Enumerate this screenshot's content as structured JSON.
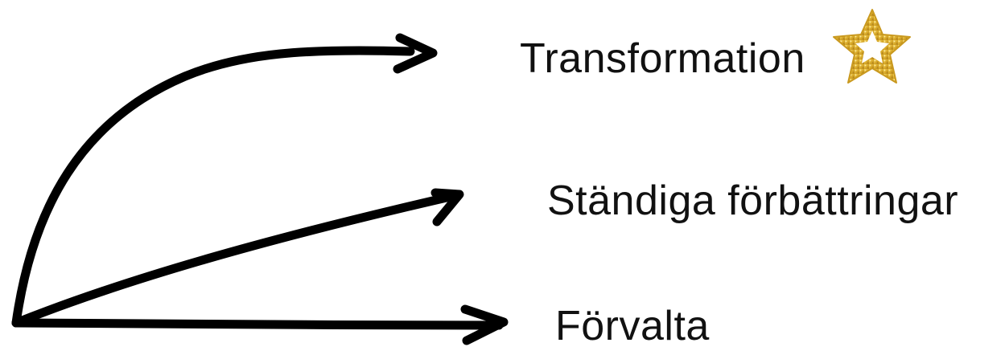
{
  "diagram": {
    "labels": {
      "transformation": "Transformation",
      "standiga": "Ständiga förbättringar",
      "forvalta": "Förvalta"
    },
    "colors": {
      "stroke": "#000000",
      "text": "#111111",
      "star_light": "#f2cf5a",
      "star_mid": "#dcae2d",
      "star_dark": "#b5851a"
    },
    "icons": {
      "star": "gold-glitter-star-icon"
    }
  }
}
